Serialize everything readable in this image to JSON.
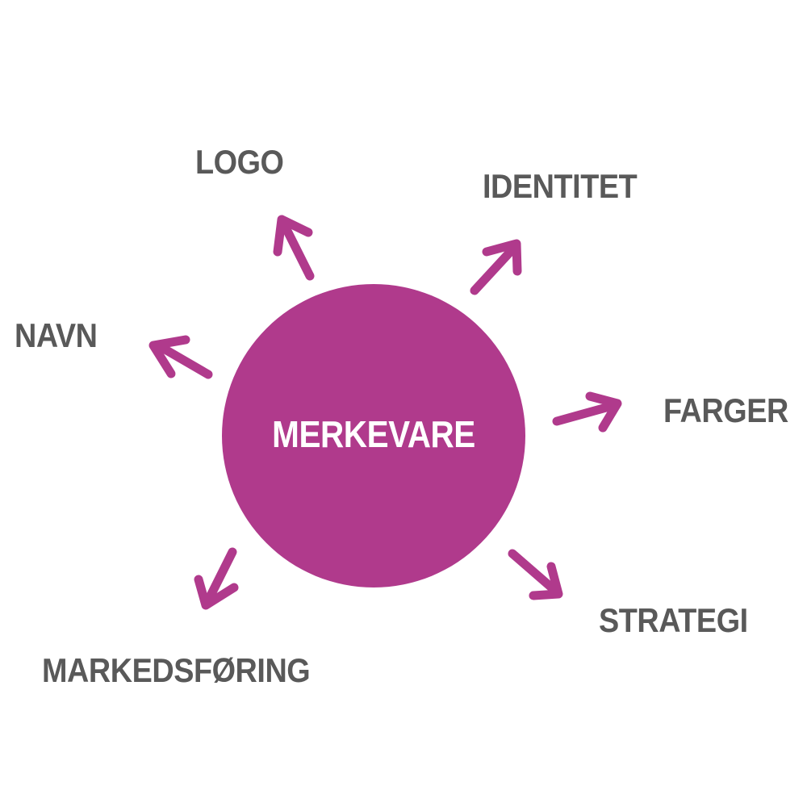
{
  "colors": {
    "accent": "#b03a8c",
    "label_text": "#595959",
    "center_text": "#ffffff",
    "background": "#ffffff"
  },
  "center": {
    "label": "MERKEVARE"
  },
  "nodes": {
    "logo": "LOGO",
    "identitet": "IDENTITET",
    "navn": "NAVN",
    "farger": "FARGER",
    "strategi": "STRATEGI",
    "markedsforing": "MARKEDSFØRING"
  }
}
